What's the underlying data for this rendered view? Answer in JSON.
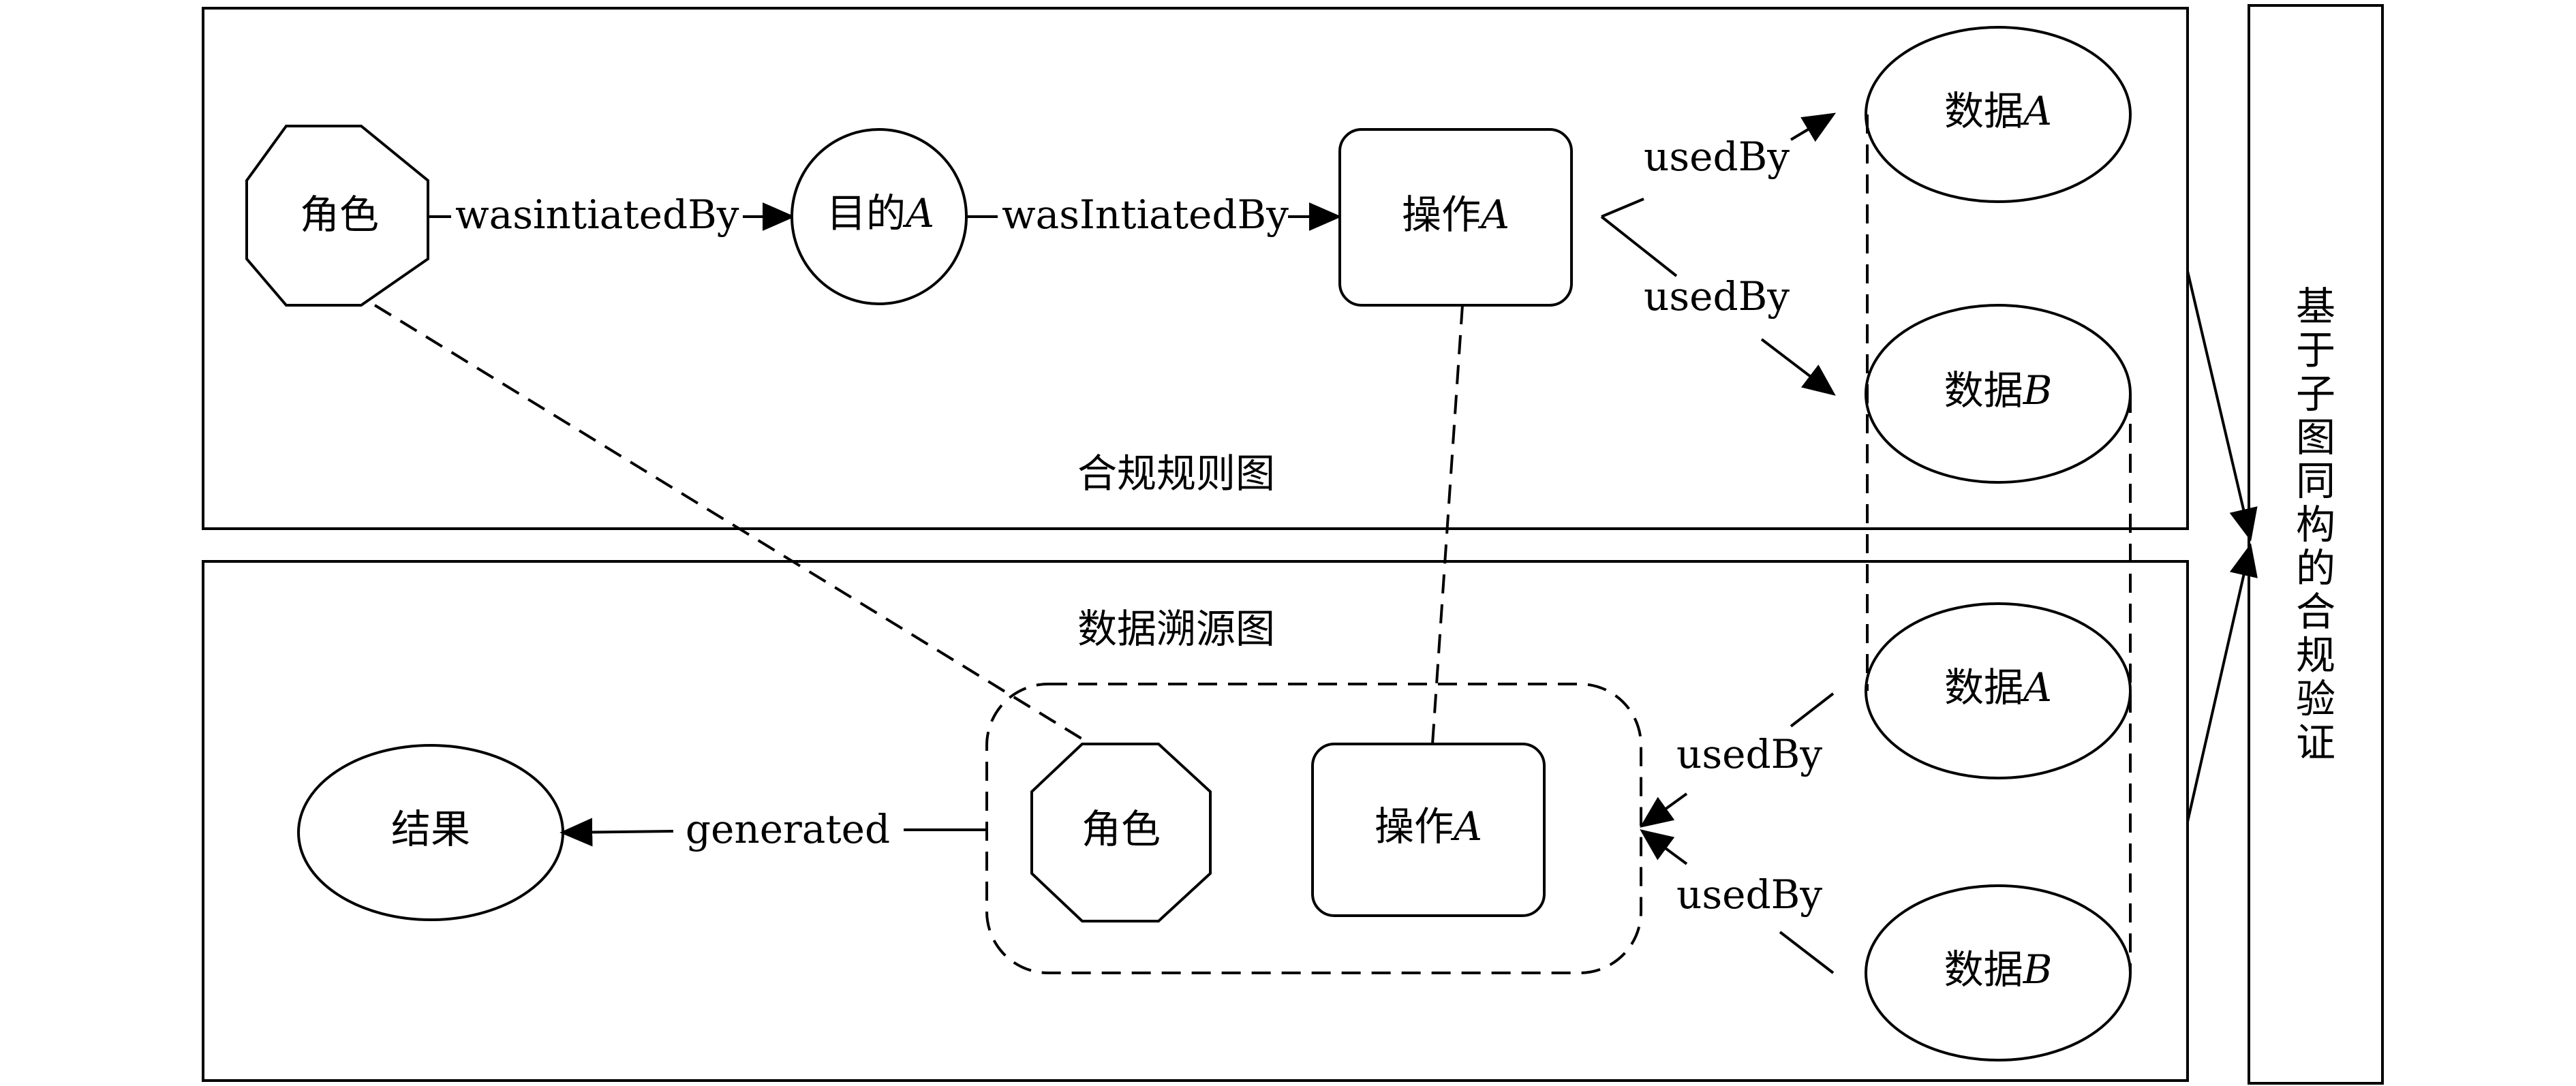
{
  "compliance_graph": {
    "title": "合规规则图",
    "role_node": {
      "label": "角色"
    },
    "purpose_node": {
      "prefix": "目的",
      "var": "A"
    },
    "operation_node": {
      "prefix": "操作",
      "var": "A"
    },
    "data_a_node": {
      "prefix": "数据",
      "var": "A"
    },
    "data_b_node": {
      "prefix": "数据",
      "var": "B"
    },
    "edge_role_purpose": "wasintiatedBy",
    "edge_purpose_operation": "wasIntiatedBy",
    "edge_operation_data_a": "usedBy",
    "edge_operation_data_b": "usedBy"
  },
  "provenance_graph": {
    "title": "数据溯源图",
    "result_node": {
      "label": "结果"
    },
    "role_node": {
      "label": "角色"
    },
    "operation_node": {
      "prefix": "操作",
      "var": "A"
    },
    "data_a_node": {
      "prefix": "数据",
      "var": "A"
    },
    "data_b_node": {
      "prefix": "数据",
      "var": "B"
    },
    "edge_generated": "generated",
    "edge_data_a_group": "usedBy",
    "edge_data_b_group": "usedBy"
  },
  "verification_box": {
    "label": "基于子图同构的合规验证"
  },
  "colors": {
    "stroke": "#000000",
    "background": "#ffffff"
  }
}
